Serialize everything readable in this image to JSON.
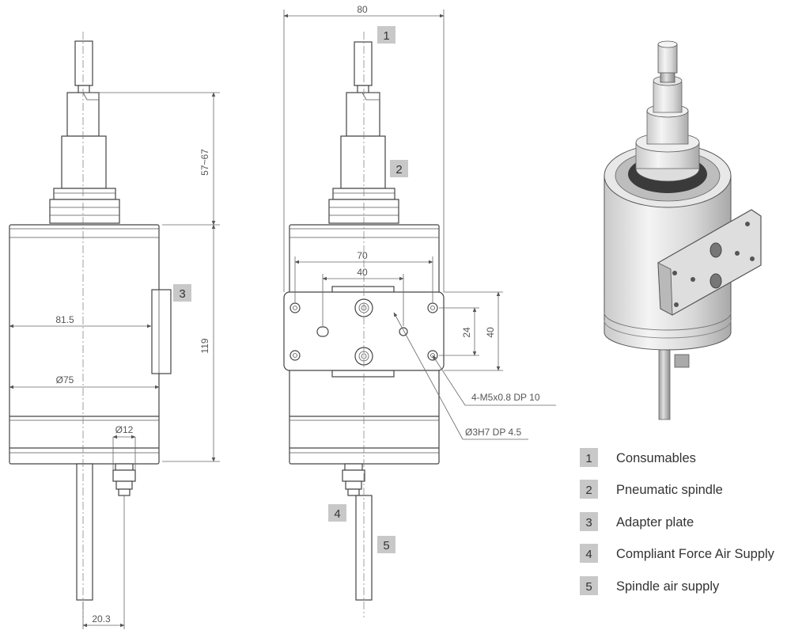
{
  "dimensions": {
    "left_stroke": "57~67",
    "left_width": "81.5",
    "left_dia": "Ø75",
    "left_height": "119",
    "left_port": "Ø12",
    "left_offset": "20.3",
    "mid_width": "80",
    "mid_hole_span": "70",
    "mid_inner_span": "40",
    "mid_vert_inner": "24",
    "mid_vert_outer": "40",
    "thread_note": "4-M5x0.8 DP 10",
    "pin_note": "Ø3H7 DP 4.5"
  },
  "callouts": {
    "c1": "1",
    "c2": "2",
    "c3": "3",
    "c4": "4",
    "c5": "5"
  },
  "legend": [
    {
      "num": "1",
      "label": "Consumables"
    },
    {
      "num": "2",
      "label": "Pneumatic spindle"
    },
    {
      "num": "3",
      "label": "Adapter plate"
    },
    {
      "num": "4",
      "label": "Compliant Force Air Supply"
    },
    {
      "num": "5",
      "label": "Spindle air supply"
    }
  ],
  "colors": {
    "badge": "#c8c8c8",
    "line": "#444444"
  }
}
